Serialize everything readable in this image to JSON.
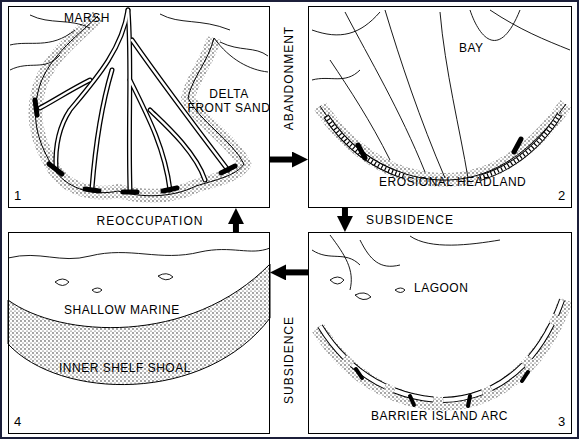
{
  "diagram": {
    "nodes": [
      {
        "text": [
          "MARSH",
          "DELTA FRONT SAND",
          "1"
        ]
      },
      {
        "text": [
          "BAY",
          "EROSIONAL HEADLAND",
          "2"
        ]
      },
      {
        "text": [
          "SHALLOW MARINE",
          "INNER SHELF SHOAL",
          "4"
        ]
      },
      {
        "text": [
          "LAGOON",
          "BARRIER ISLAND ARC",
          "3"
        ]
      }
    ],
    "edges": [
      {
        "from": 0,
        "to": 1,
        "arrow": "to",
        "label": "ABANDONMENT"
      },
      {
        "from": 1,
        "to": 3,
        "arrow": "to",
        "label": "SUBSIDENCE"
      },
      {
        "from": 3,
        "to": 2,
        "arrow": "to",
        "label": "SUBSIDENCE"
      },
      {
        "from": 2,
        "to": 0,
        "arrow": "to",
        "label": "REOCCUPATION"
      }
    ]
  }
}
